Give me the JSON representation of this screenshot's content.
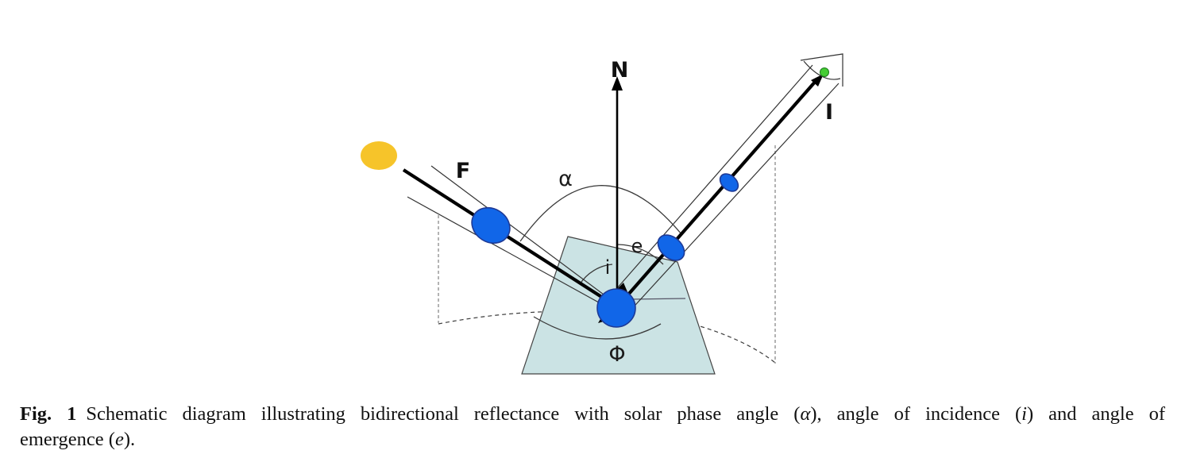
{
  "figure": {
    "labels": {
      "normal": "N",
      "incident_flux": "F",
      "emergent_intensity": "I",
      "phase_angle": "α",
      "incidence_angle": "i",
      "emergence_angle": "e",
      "azimuth_angle": "Φ"
    },
    "colors": {
      "sun": "#F6C42A",
      "beam_disk": "#1166E8",
      "surface": "#CBE3E4",
      "detector_dot": "#44CC33"
    }
  },
  "caption": {
    "fig_label": "Fig. 1",
    "body_1": "Schematic diagram illustrating bidirectional reflectance with solar phase angle (",
    "sym_alpha": "α",
    "body_2": "), angle of incidence (",
    "sym_i": "i",
    "body_3": ") and angle of",
    "body_4": "emergence (",
    "sym_e": "e",
    "body_5": ")."
  }
}
